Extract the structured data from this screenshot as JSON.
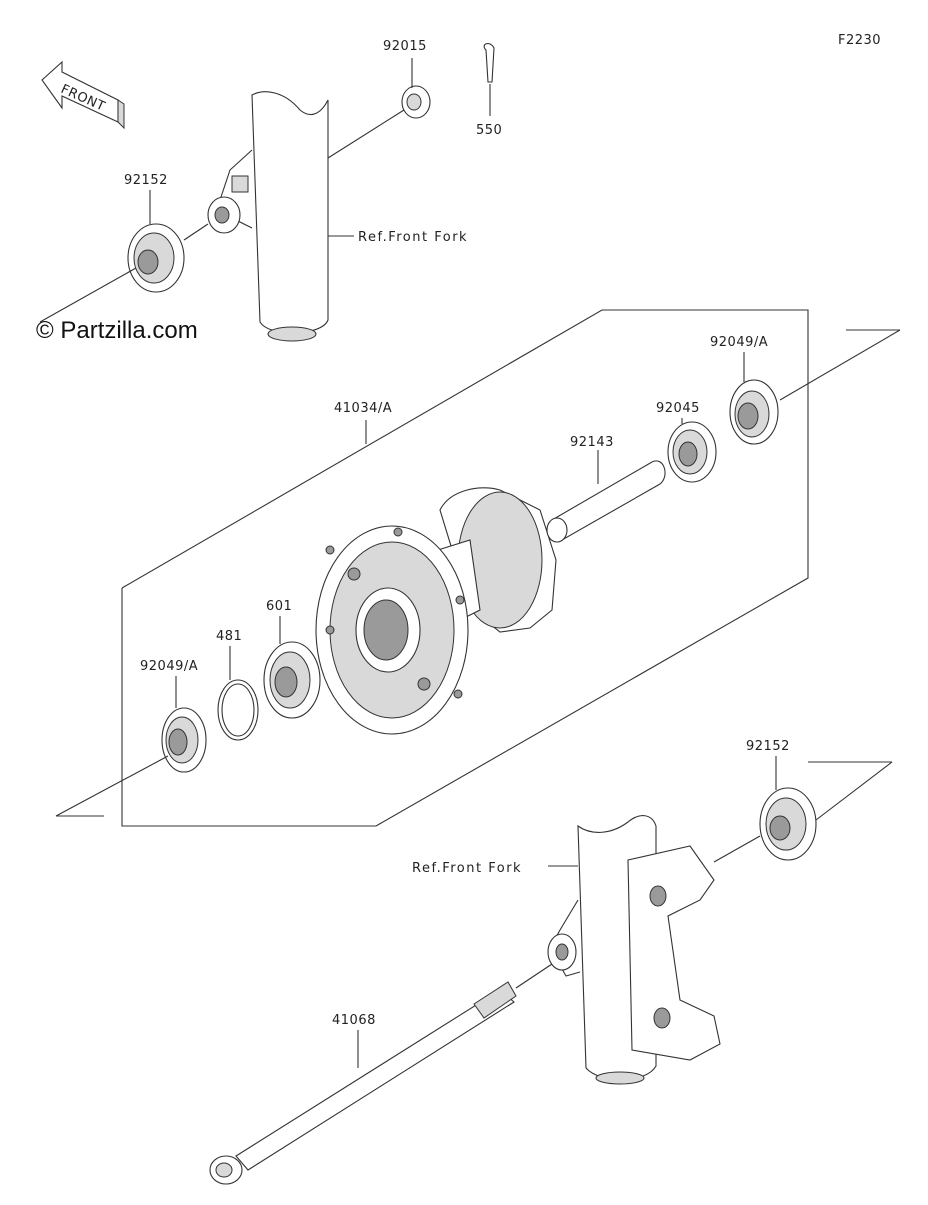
{
  "diagram_code": "F2230",
  "watermark": "© Partzilla.com",
  "front_arrow_label": "FRONT",
  "ref_front_fork": "Ref.Front Fork",
  "parts": {
    "nut": "92015",
    "cotter_pin": "550",
    "collar_top": "92152",
    "hub_group": "41034/A",
    "seal_right": "92049/A",
    "bearing_right": "92045",
    "spacer": "92143",
    "bearing_left": "601",
    "circlip": "481",
    "seal_left": "92049/A",
    "collar_bottom": "92152",
    "axle": "41068"
  }
}
